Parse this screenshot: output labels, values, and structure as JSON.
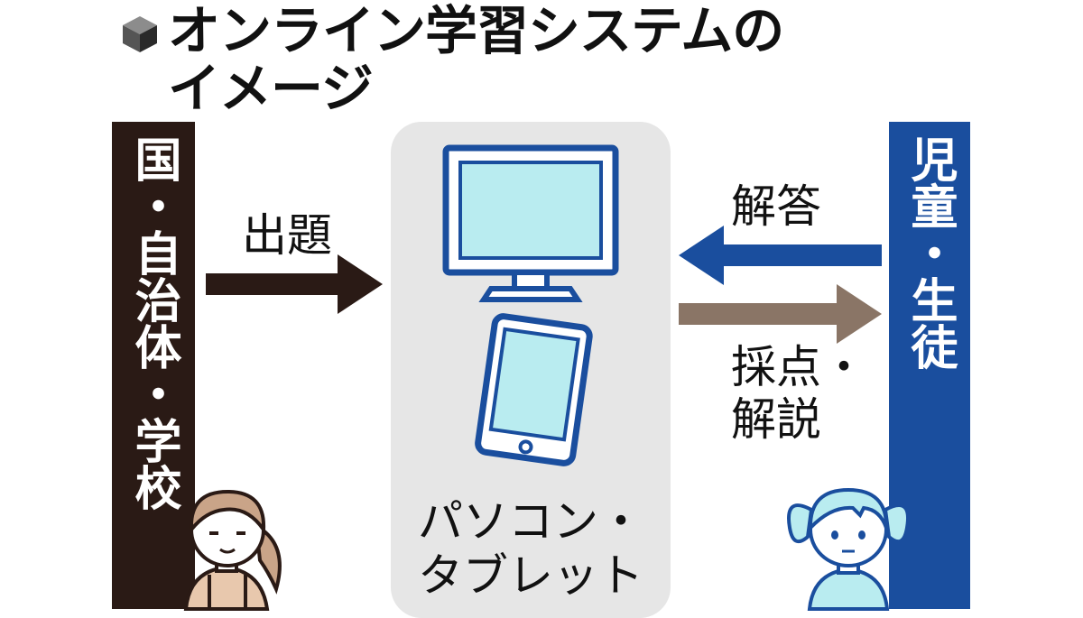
{
  "title": {
    "line1": "オンライン学習システムの",
    "line2": "イメージ"
  },
  "left_column": {
    "label": "国・自治体・学校",
    "color": "#2a1a15"
  },
  "right_column": {
    "label": "児童・生徒",
    "color": "#1a4e9e"
  },
  "center": {
    "label_line1": "パソコン・",
    "label_line2": "タブレット",
    "panel_color": "#e6e6e6",
    "screen_color": "#b9ecf0",
    "outline_color": "#1a4e9e"
  },
  "flows": {
    "question": {
      "label": "出題",
      "color": "#2a1a15"
    },
    "answer": {
      "label": "解答",
      "color": "#1a4e9e"
    },
    "grading": {
      "label_line1": "採点・",
      "label_line2": "解説",
      "color": "#8a7566"
    }
  }
}
